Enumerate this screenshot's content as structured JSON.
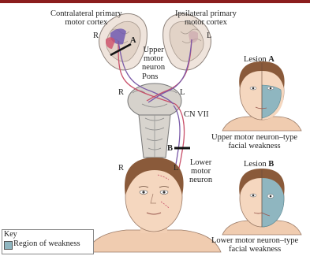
{
  "labels": {
    "contralateral": "Contralateral primary\nmotor cortex",
    "ipsilateral": "Ipsilateral primary\nmotor cortex",
    "upper_motor_neuron": "Upper\nmotor\nneuron",
    "pons": "Pons",
    "cn_vii": "CN VII",
    "lower_motor_neuron": "Lower\nmotor\nneuron",
    "marker_a": "A",
    "marker_b": "B",
    "side_r_cortex": "R",
    "side_l_cortex": "L",
    "side_r_pons": "R",
    "side_l_pons": "L",
    "side_r_face": "R",
    "side_l_face": "L"
  },
  "lesion_a": {
    "title_prefix": "Lesion ",
    "title_letter": "A",
    "caption": "Upper motor neuron–type\nfacial weakness"
  },
  "lesion_b": {
    "title_prefix": "Lesion ",
    "title_letter": "B",
    "caption": "Lower motor neuron–type\nfacial weakness"
  },
  "key": {
    "title": "Key",
    "item": "Region of weakness"
  },
  "colors": {
    "weakness": "#8fb6c0",
    "pathway_red": "#c8506a",
    "pathway_purple": "#7a5aa8",
    "skin": "#f5d7bf",
    "hair": "#8a5a3a"
  }
}
